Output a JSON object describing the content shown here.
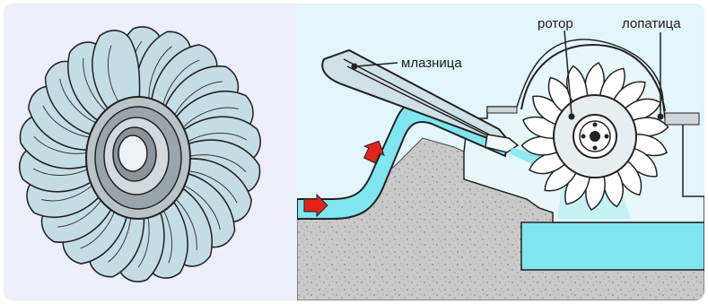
{
  "labels": {
    "nozzle": "млазница",
    "rotor": "ротор",
    "blade": "лопатица"
  },
  "colors": {
    "water": "#7fe6f0",
    "panel_left": "#eceefa",
    "panel_right": "#e1f5fa",
    "ground": "#c8c8c8",
    "blade": "#c4dde4",
    "arrow": "#e0241a"
  },
  "icons": {
    "flow_arrow": "red-arrow"
  }
}
